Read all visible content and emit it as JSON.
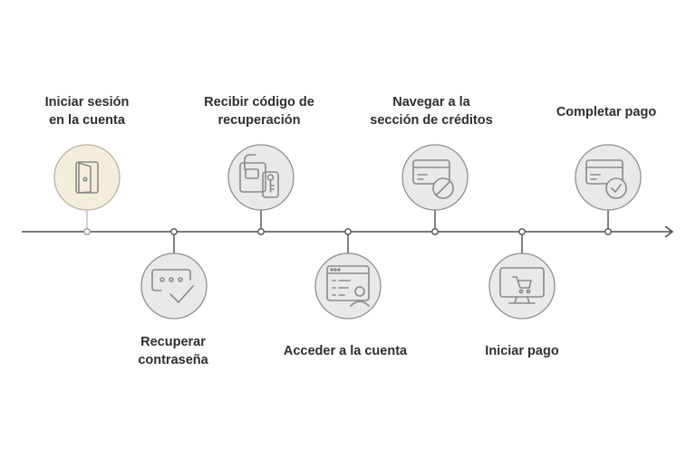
{
  "title": "",
  "colors": {
    "line": "#4d4d4d",
    "circle_fill": "#e9e9e9",
    "circle_stroke": "#8f8f8f",
    "highlight_fill": "#f3eedc",
    "highlight_stroke": "#b9b19a",
    "icon": "#8a8a8a",
    "text": "#2e2e2e"
  },
  "steps": [
    {
      "label": "Iniciar sesión\nen la cuenta",
      "icon": "door-icon",
      "highlight": true
    },
    {
      "label": "Recuperar\ncontraseña",
      "icon": "password-check-icon",
      "highlight": false
    },
    {
      "label": "Recibir código de\nrecuperación",
      "icon": "unlock-key-icon",
      "highlight": false
    },
    {
      "label": "Acceder a la cuenta",
      "icon": "account-profile-icon",
      "highlight": false
    },
    {
      "label": "Navegar a la\nsección de créditos",
      "icon": "credit-card-blocked-icon",
      "highlight": false
    },
    {
      "label": "Iniciar pago",
      "icon": "monitor-cart-icon",
      "highlight": false
    },
    {
      "label": "Completar pago",
      "icon": "credit-card-check-icon",
      "highlight": false
    }
  ]
}
